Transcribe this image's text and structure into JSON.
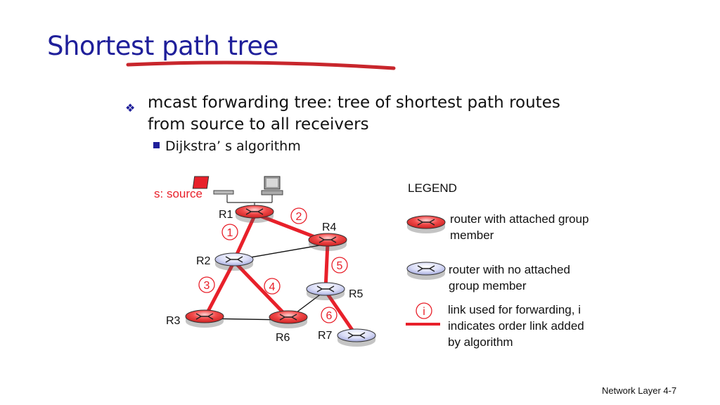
{
  "slide": {
    "title": "Shortest path tree",
    "bullet": "mcast forwarding tree: tree of shortest path routes from source to all receivers",
    "sub_bullet": "Dijkstra’ s algorithm",
    "footer": "Network Layer 4-7"
  },
  "diagram": {
    "source_label": "s: source",
    "routers": [
      {
        "id": "R1",
        "label": "R1",
        "member": true
      },
      {
        "id": "R2",
        "label": "R2",
        "member": false
      },
      {
        "id": "R3",
        "label": "R3",
        "member": true
      },
      {
        "id": "R4",
        "label": "R4",
        "member": true
      },
      {
        "id": "R5",
        "label": "R5",
        "member": false
      },
      {
        "id": "R6",
        "label": "R6",
        "member": true
      },
      {
        "id": "R7",
        "label": "R7",
        "member": false
      }
    ],
    "forwarding_links": [
      {
        "from": "R1",
        "to": "R2",
        "order": "1"
      },
      {
        "from": "R1",
        "to": "R4",
        "order": "2"
      },
      {
        "from": "R2",
        "to": "R3",
        "order": "3"
      },
      {
        "from": "R2",
        "to": "R6",
        "order": "4"
      },
      {
        "from": "R4",
        "to": "R5",
        "order": "5"
      },
      {
        "from": "R5",
        "to": "R7",
        "order": "6"
      }
    ],
    "other_links": [
      {
        "from": "R2",
        "to": "R4"
      },
      {
        "from": "R3",
        "to": "R6"
      },
      {
        "from": "R5",
        "to": "R6"
      }
    ]
  },
  "legend": {
    "title": "LEGEND",
    "member_router": "router with attached group member",
    "nonmember_router": "router with no attached group member",
    "link_symbol": "i",
    "link": "link used for forwarding, i indicates order link added by algorithm"
  },
  "colors": {
    "title": "#1f1f9a",
    "forwarding_link": "#e8202a",
    "member_router": "#e8202a",
    "nonmember_router": "#c8ccf2"
  }
}
